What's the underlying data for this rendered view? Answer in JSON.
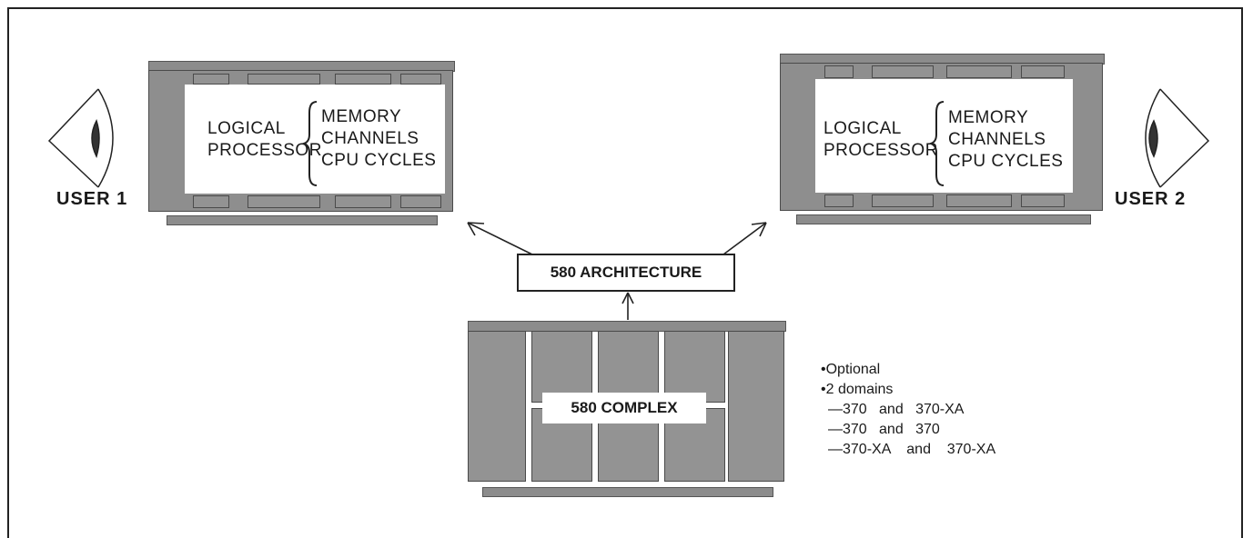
{
  "left_processor": {
    "logical_label": [
      "LOGICAL",
      "PROCESSOR"
    ],
    "resources": [
      "MEMORY",
      "CHANNELS",
      "CPU CYCLES"
    ],
    "user_label": "USER 1"
  },
  "right_processor": {
    "logical_label": [
      "LOGICAL",
      "PROCESSOR"
    ],
    "resources": [
      "MEMORY",
      "CHANNELS",
      "CPU CYCLES"
    ],
    "user_label": "USER 2"
  },
  "architecture_label": "580 ARCHITECTURE",
  "complex_label": "580 COMPLEX",
  "notes": {
    "bullets": [
      "Optional",
      "2 domains"
    ],
    "sub_items": [
      "370   and   370-XA",
      "370   and   370",
      "370-XA    and    370-XA"
    ]
  }
}
